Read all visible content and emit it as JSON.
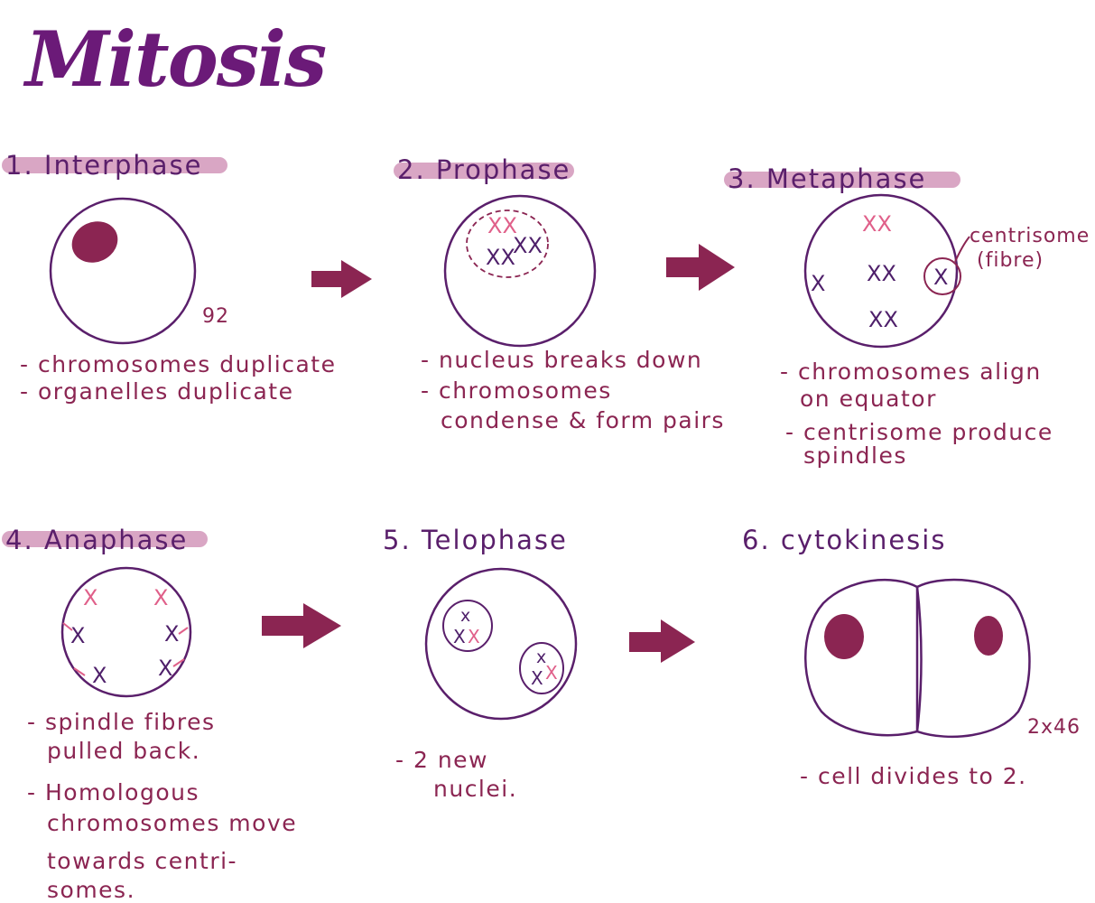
{
  "title": "Mitosis",
  "stages": [
    {
      "header": "1. Interphase",
      "label": "92",
      "notes": [
        "- chromosomes duplicate",
        "- organelles duplicate"
      ]
    },
    {
      "header": "2. Prophase",
      "notes": [
        "- nucleus breaks down",
        "- chromosomes",
        "condense & form pairs"
      ]
    },
    {
      "header": "3. Metaphase",
      "label": "centrisome",
      "label2": "(fibre)",
      "notes": [
        "- chromosomes align",
        "on equator",
        "- centrisome produce",
        "spindles"
      ]
    },
    {
      "header": "4. Anaphase",
      "notes": [
        "- spindle fibres",
        "pulled back.",
        "- Homologous",
        "chromosomes move",
        "towards centri-",
        "somes."
      ]
    },
    {
      "header": "5. Telophase",
      "notes": [
        "- 2 new",
        "nuclei."
      ]
    },
    {
      "header": "6. cytokinesis",
      "label": "2x46",
      "notes": [
        "- cell divides to 2."
      ]
    }
  ],
  "colors": {
    "purple": "#5a1f6b",
    "maroon": "#8b2552",
    "pink": "#e0608a",
    "highlight": "#d9a6c4"
  }
}
